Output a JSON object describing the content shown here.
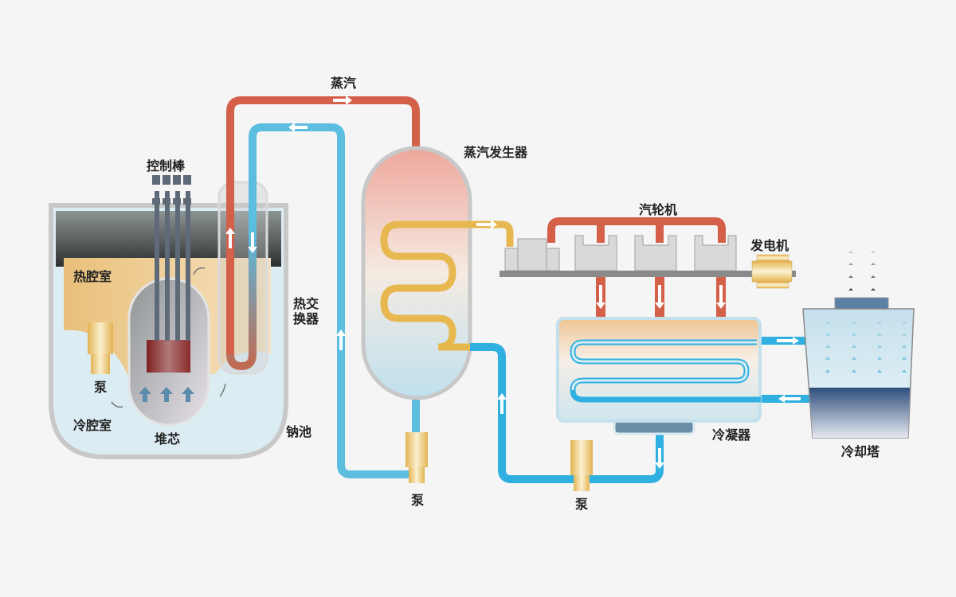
{
  "labels": {
    "steam": "蒸汽",
    "control_rods": "控制棒",
    "steam_generator": "蒸汽发生器",
    "turbine": "汽轮机",
    "generator": "发电机",
    "hot_pool": "热腔室",
    "heat_exchanger_line1": "热交",
    "heat_exchanger_line2": "换器",
    "pump_primary": "泵",
    "cold_pool": "冷腔室",
    "core": "堆芯",
    "sodium_pool": "钠池",
    "pump_secondary": "泵",
    "pump_feedwater": "泵",
    "condenser": "冷凝器",
    "cooling_tower": "冷却塔"
  },
  "colors": {
    "hot_loop": "#d4604a",
    "cold_loop": "#2fb0e0",
    "steam_coil": "#e8b850",
    "vessel_gray": "#c8c8c8",
    "background": "#f5f5f5"
  }
}
